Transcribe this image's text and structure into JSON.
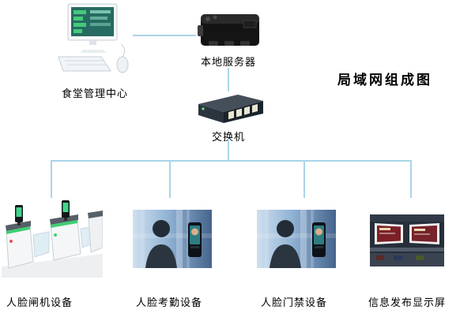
{
  "title": "局域网组成图",
  "nodes": {
    "management_center": {
      "label": "食堂管理中心"
    },
    "local_server": {
      "label": "本地服务器"
    },
    "lan_switch": {
      "label": "交换机"
    },
    "face_gate": {
      "label": "人脸闸机设备"
    },
    "face_attendance": {
      "label": "人脸考勤设备"
    },
    "face_access": {
      "label": "人脸门禁设备"
    },
    "info_display": {
      "label": "信息发布显示屏"
    }
  },
  "colors": {
    "connector": "#a9d4e8"
  }
}
